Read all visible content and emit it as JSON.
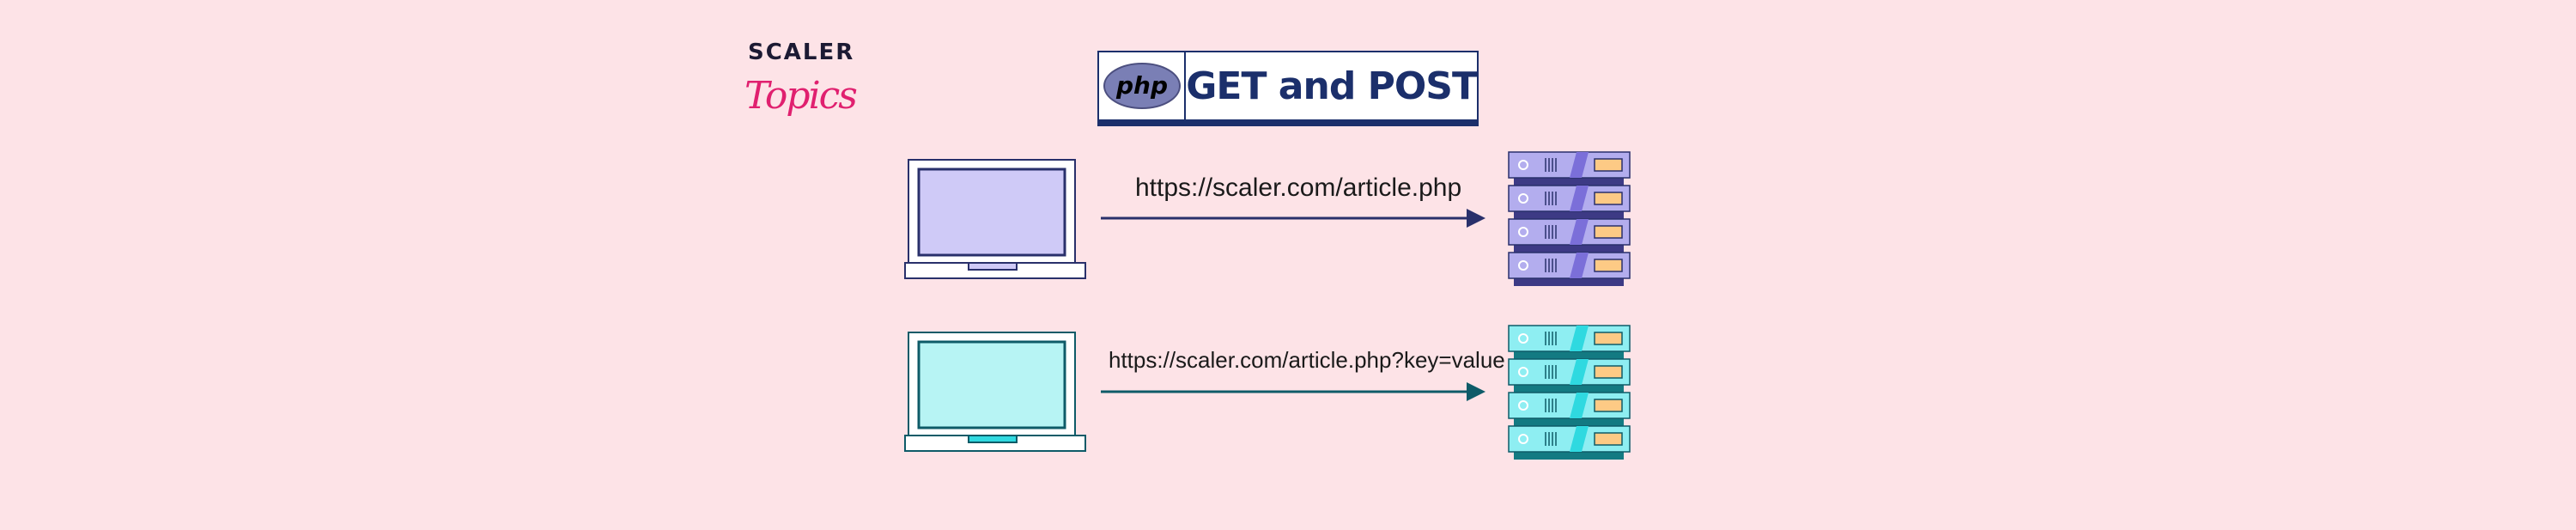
{
  "logo": {
    "line1": "SCALER",
    "line2": "Topics"
  },
  "title": {
    "badge": "php",
    "text": "GET and POST"
  },
  "get_request": {
    "url": "https://scaler.com/article.php",
    "color": "#c9c4f5",
    "accent": "#29306b"
  },
  "post_request": {
    "url": "https://scaler.com/article.php?key=value",
    "color": "#b7f4f4",
    "accent": "#0e5b68"
  }
}
